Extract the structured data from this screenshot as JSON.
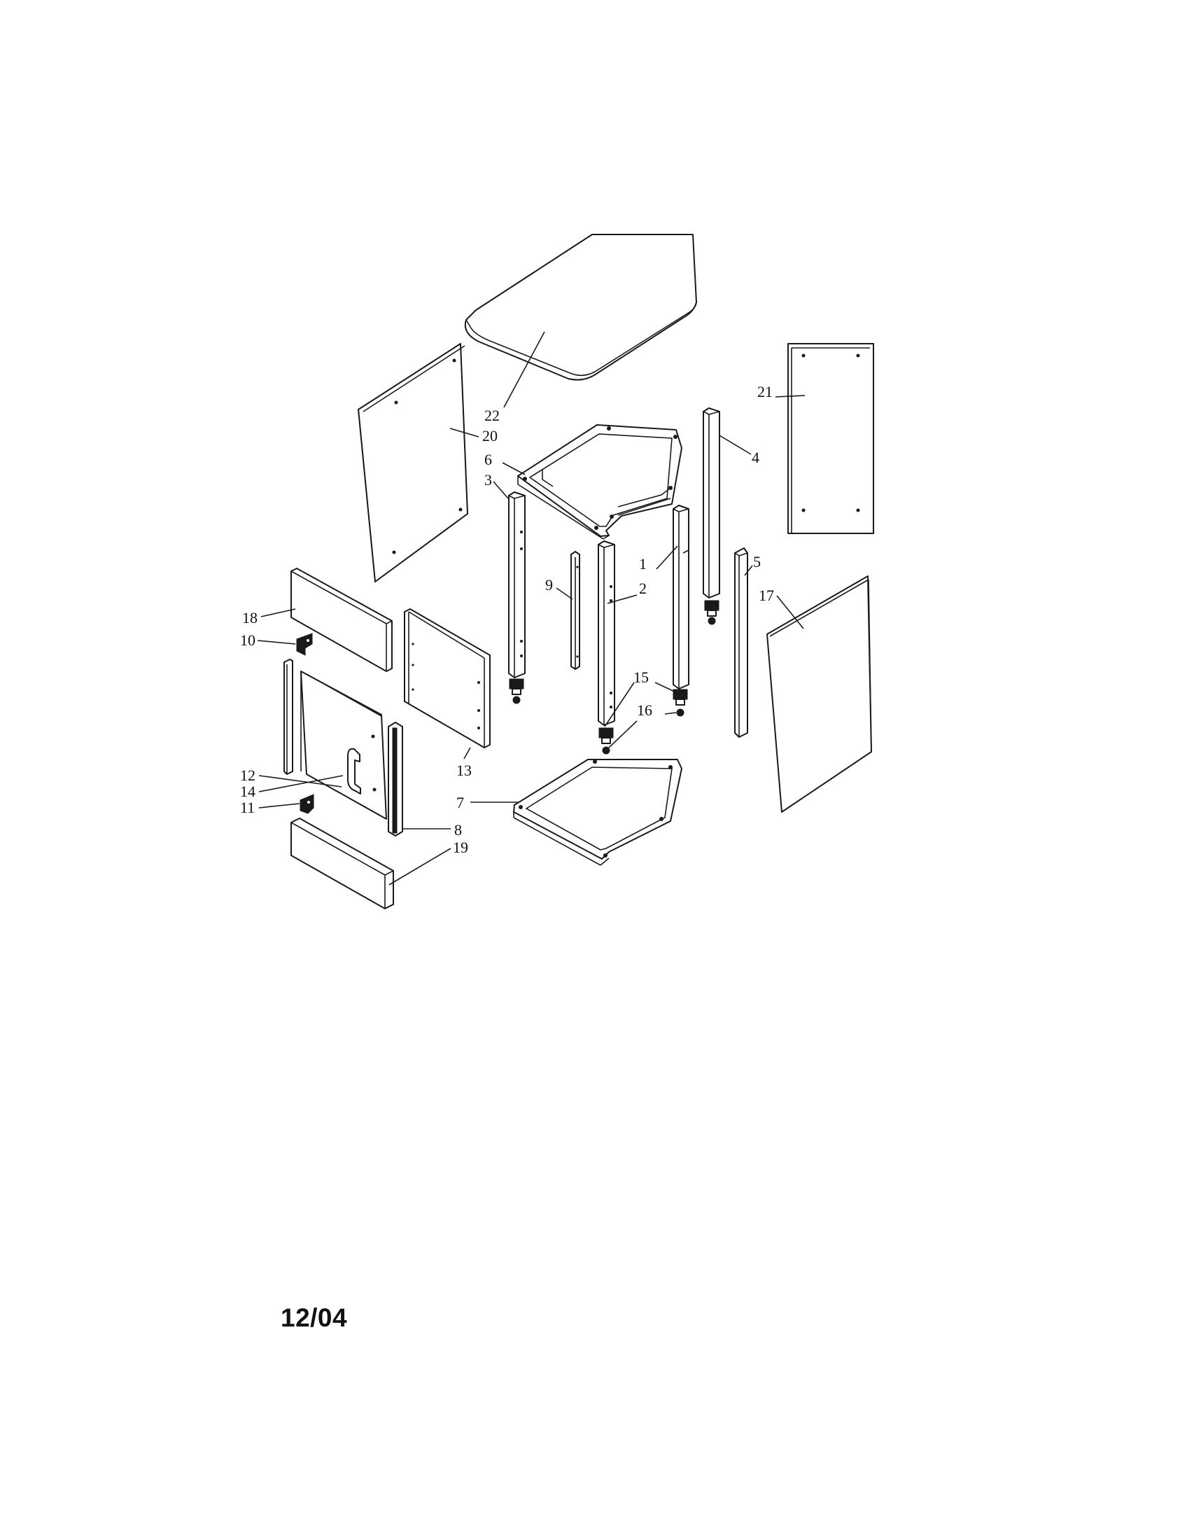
{
  "diagram": {
    "parts": [
      {
        "id": "top",
        "callout": "22"
      },
      {
        "id": "left-side-panel",
        "callout": "20"
      },
      {
        "id": "right-back-panel",
        "callout": "21"
      },
      {
        "id": "top-frame",
        "callout": "6"
      },
      {
        "id": "leg-back-left",
        "callout": "3"
      },
      {
        "id": "leg-front",
        "callout": "2"
      },
      {
        "id": "leg-back-right",
        "callout": "1"
      },
      {
        "id": "leg-far-right",
        "callout": "4"
      },
      {
        "id": "stile-right",
        "callout": "5"
      },
      {
        "id": "stile-center",
        "callout": "9"
      },
      {
        "id": "right-side-panel",
        "callout": "17"
      },
      {
        "id": "upper-front-rail",
        "callout": "18"
      },
      {
        "id": "upper-hinge-bracket",
        "callout": "10"
      },
      {
        "id": "door",
        "callout": "12"
      },
      {
        "id": "door-handle",
        "callout": "14"
      },
      {
        "id": "lower-hinge-bracket",
        "callout": "11"
      },
      {
        "id": "door-strip",
        "callout": "8"
      },
      {
        "id": "lower-front-rail",
        "callout": "19"
      },
      {
        "id": "inner-panel",
        "callout": "13"
      },
      {
        "id": "bottom-frame",
        "callout": "7"
      },
      {
        "id": "leveling-foot",
        "callout": "15"
      },
      {
        "id": "foot-screw",
        "callout": "16"
      }
    ]
  },
  "footer": {
    "revision_date": "12/04"
  }
}
